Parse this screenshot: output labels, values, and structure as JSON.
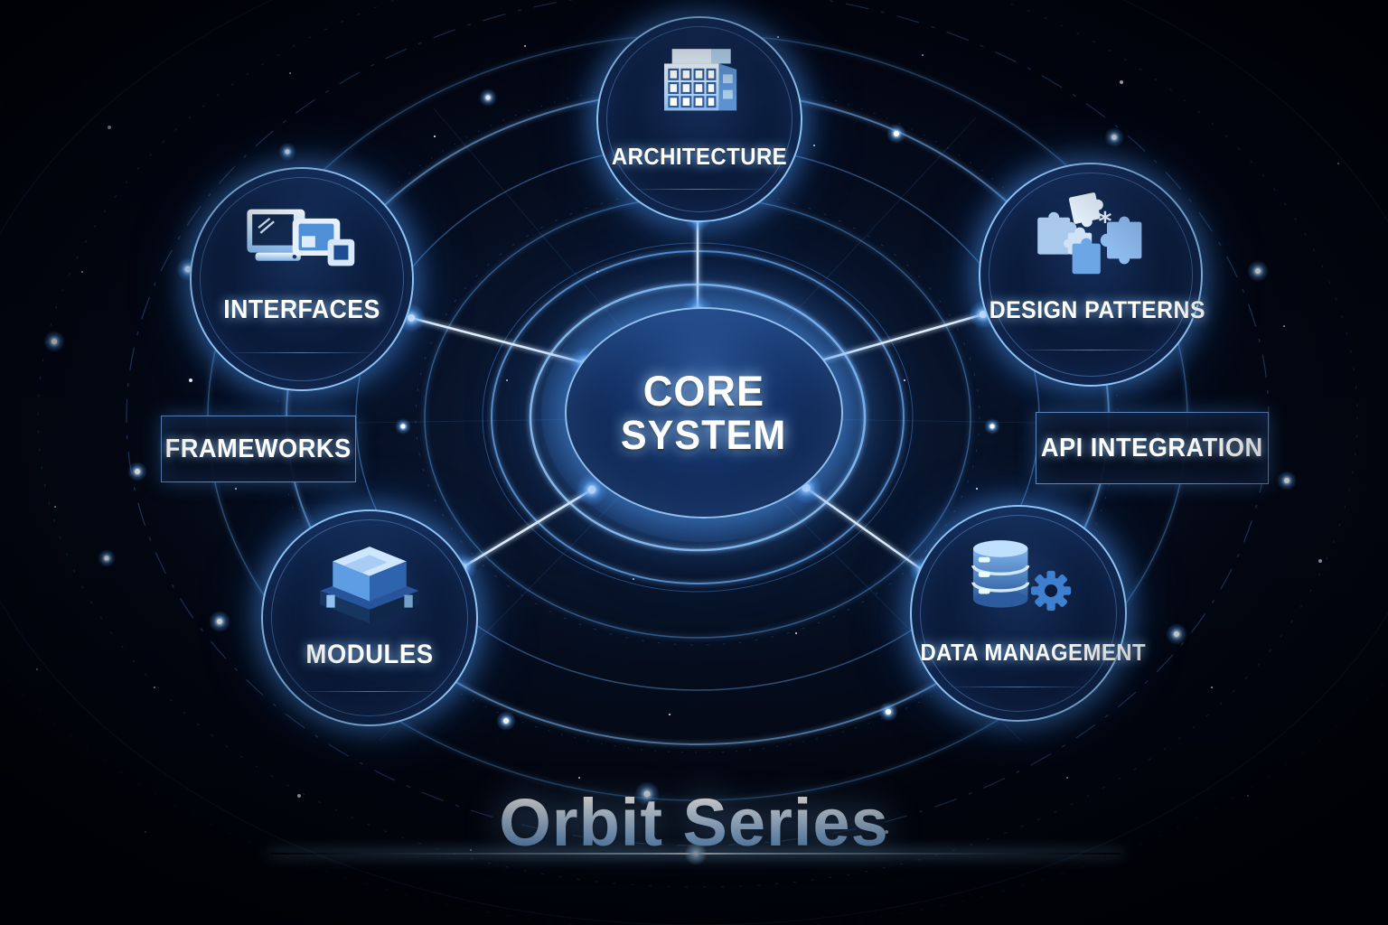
{
  "title": {
    "text": "Orbit Series"
  },
  "center": {
    "line1": "CORE",
    "line2": "SYSTEM"
  },
  "nodes": [
    {
      "label": "ARCHITECTURE",
      "icon": "building-icon"
    },
    {
      "label": "INTERFACES",
      "icon": "devices-icon"
    },
    {
      "label": "DESIGN PATTERNS",
      "icon": "puzzle-icon"
    },
    {
      "label": "MODULES",
      "icon": "stacked-boxes-icon"
    },
    {
      "label": "DATA MANAGEMENT",
      "icon": "database-gear-icon"
    }
  ],
  "panels": [
    {
      "label": "FRAMEWORKS"
    },
    {
      "label": "API INTEGRATION"
    }
  ],
  "colors": {
    "background": "#020510",
    "ring_glow": "#5aa8ff",
    "node_border": "#8cc6ff",
    "label_text": "#ffffff",
    "title_gradient_top": "#ffffff",
    "title_gradient_bottom": "#6fb6ff"
  }
}
